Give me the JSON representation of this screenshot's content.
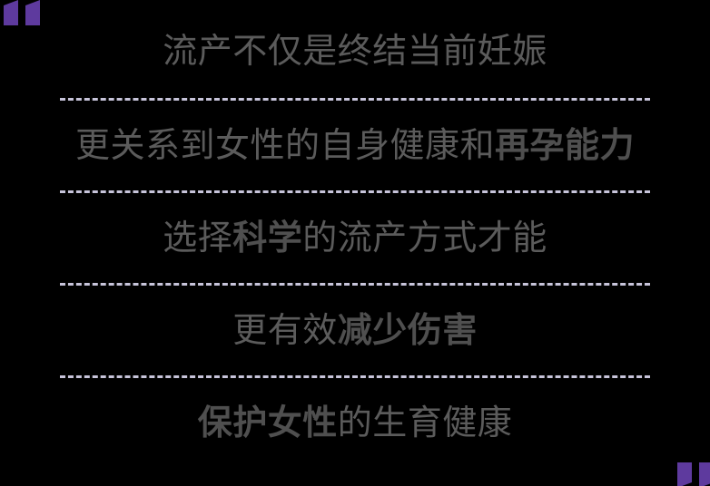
{
  "card": {
    "background_color": "#000000",
    "quote_color": "#5e3a9e",
    "text_color": "#585858",
    "divider_color": "#c7c4da",
    "open_quote_icon": "open-quote-icon",
    "close_quote_icon": "close-quote-icon"
  },
  "lines": [
    {
      "segments": [
        {
          "text": "流产不仅是终结当前妊娠",
          "bold": false
        }
      ]
    },
    {
      "segments": [
        {
          "text": "更关系到女性的自身健康和",
          "bold": false
        },
        {
          "text": "再孕能力",
          "bold": true
        }
      ]
    },
    {
      "segments": [
        {
          "text": "选择",
          "bold": false
        },
        {
          "text": "科学",
          "bold": true
        },
        {
          "text": "的流产方式才能",
          "bold": false
        }
      ]
    },
    {
      "segments": [
        {
          "text": "更有效",
          "bold": false
        },
        {
          "text": "减少伤害",
          "bold": true
        }
      ]
    },
    {
      "segments": [
        {
          "text": "保护女性",
          "bold": true
        },
        {
          "text": "的生育健康",
          "bold": false
        }
      ]
    }
  ]
}
